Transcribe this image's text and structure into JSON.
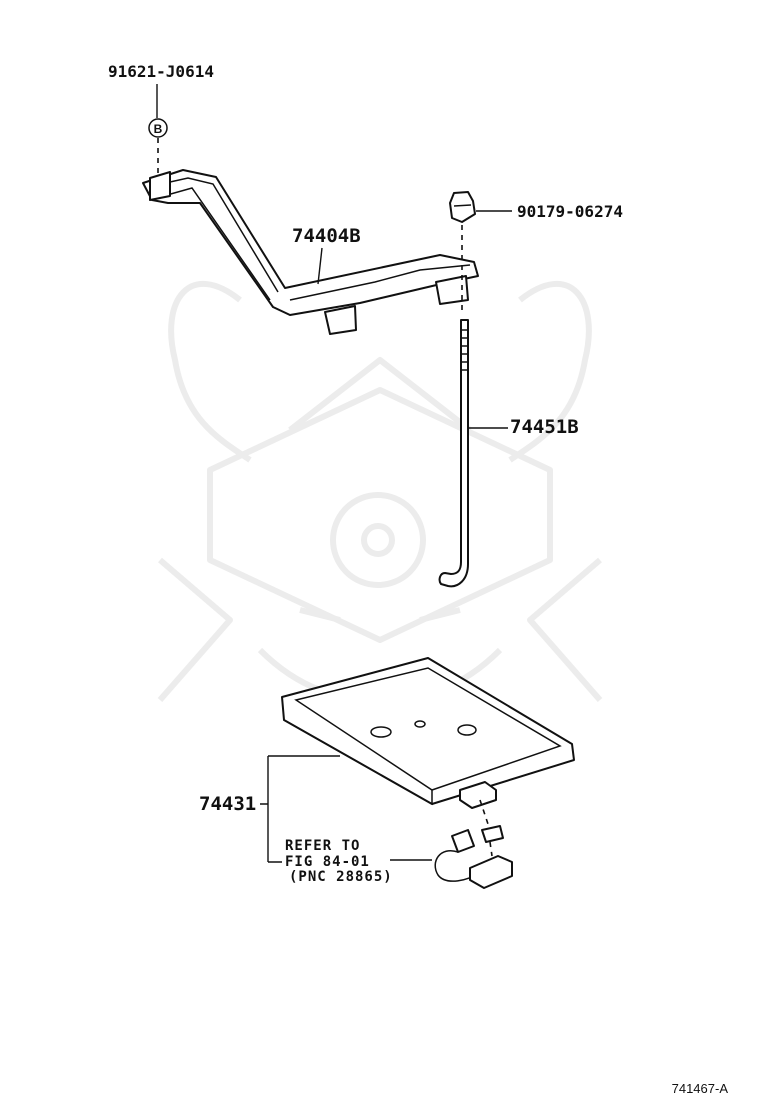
{
  "parts": {
    "bolt_b": "91621-J0614",
    "bolt_b_symbol": "B",
    "clamp": "74404B",
    "nut": "90179-06274",
    "rod": "74451B",
    "tray": "74431"
  },
  "reference": {
    "line1": "REFER TO",
    "line2": "FIG 84-01",
    "line3": "(PNC 28865)"
  },
  "figure_number": "741467-A"
}
